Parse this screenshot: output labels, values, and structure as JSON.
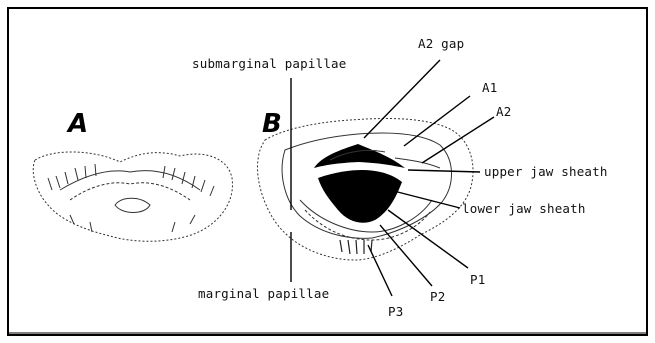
{
  "panels": {
    "a": "A",
    "b": "B"
  },
  "labels": {
    "submarginal": "submarginal papillae",
    "a2gap": "A2 gap",
    "a1": "A1",
    "a2": "A2",
    "upper": "upper jaw sheath",
    "lower": "lower jaw sheath",
    "p1": "P1",
    "p2": "P2",
    "p3": "P3",
    "marginal": "marginal papillae"
  },
  "colors": {
    "ink": "#000000",
    "background": "#ffffff"
  }
}
